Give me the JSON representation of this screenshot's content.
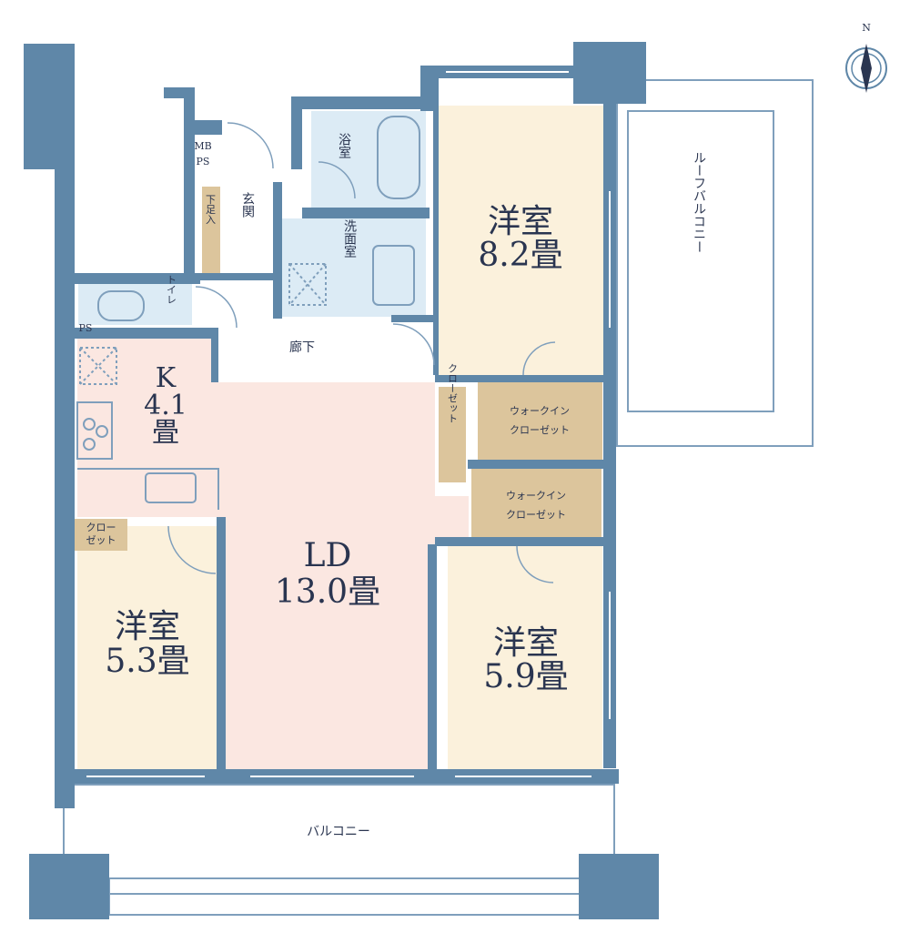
{
  "compass": {
    "label": "N"
  },
  "rooms": {
    "western_82": {
      "name": "洋室",
      "size": "8.2畳"
    },
    "western_53": {
      "name": "洋室",
      "size": "5.3畳"
    },
    "western_59": {
      "name": "洋室",
      "size": "5.9畳"
    },
    "kitchen": {
      "name": "K",
      "size": "4.1",
      "unit": "畳"
    },
    "ld": {
      "name": "LD",
      "size": "13.0畳"
    },
    "bath": "浴室",
    "washroom": "洗面室",
    "entrance": "玄関",
    "shoe_storage": "下足入",
    "toilet": "トイレ",
    "hallway": "廊下",
    "mb_ps_top": "MB",
    "mb_ps_bottom": "PS",
    "ps": "PS",
    "closet_vertical": "クローゼット",
    "closet_small_top": "クロー",
    "closet_small_bottom": "ゼット",
    "wic_upper": {
      "line1": "ウォークイン",
      "line2": "クローゼット"
    },
    "wic_lower": {
      "line1": "ウォークイン",
      "line2": "クローゼット"
    },
    "roof_balcony": "ルーフバルコニー",
    "balcony": "バルコニー"
  },
  "colors": {
    "wall": "#5f87a8",
    "western_floor": "#fbf1dc",
    "ld_floor": "#fbe7e1",
    "wet_area": "#dcebf5",
    "storage": "#dcc59c",
    "text": "#2a3550"
  }
}
